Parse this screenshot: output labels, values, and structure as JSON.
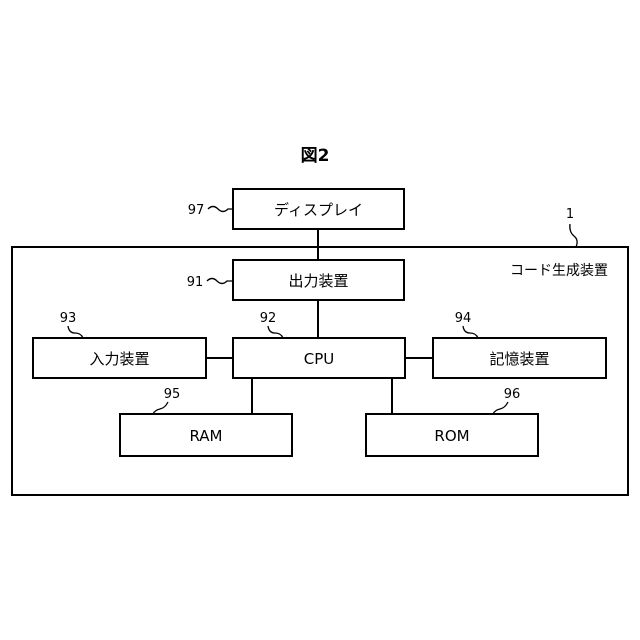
{
  "figure": {
    "title": "図2"
  },
  "system": {
    "ref": "1",
    "label": "コード生成装置"
  },
  "blocks": {
    "display": {
      "ref": "97",
      "label": "ディスプレイ"
    },
    "output": {
      "ref": "91",
      "label": "出力装置"
    },
    "cpu": {
      "ref": "92",
      "label": "CPU"
    },
    "input": {
      "ref": "93",
      "label": "入力装置"
    },
    "storage": {
      "ref": "94",
      "label": "記憶装置"
    },
    "ram": {
      "ref": "95",
      "label": "RAM"
    },
    "rom": {
      "ref": "96",
      "label": "ROM"
    }
  }
}
